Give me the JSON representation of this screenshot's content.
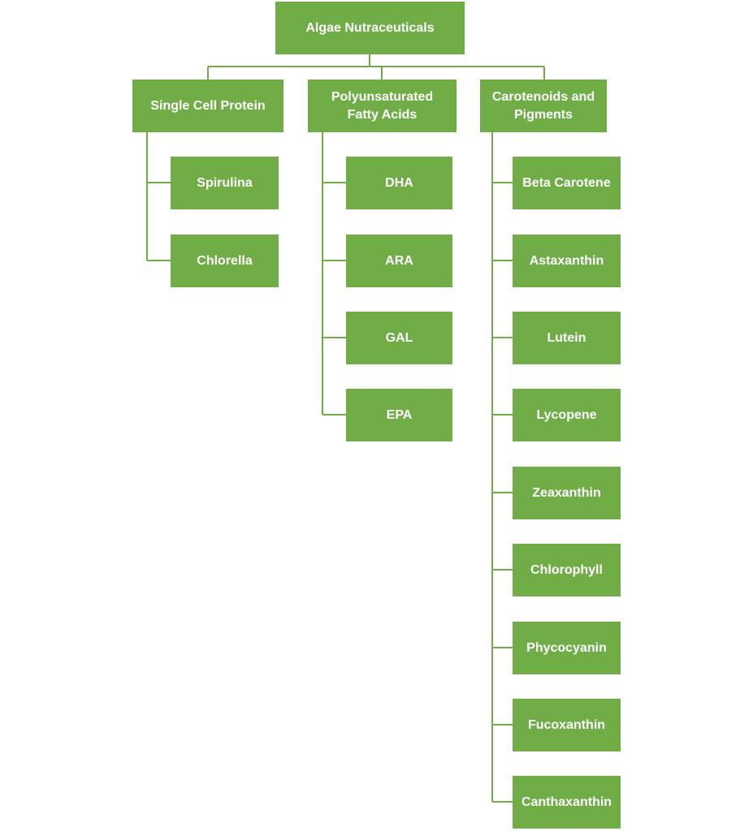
{
  "diagram": {
    "root": {
      "label": "Algae Nutraceuticals"
    },
    "groups": [
      {
        "label": "Single Cell Protein",
        "children": [
          "Spirulina",
          "Chlorella"
        ]
      },
      {
        "label": "Polyunsaturated\nFatty Acids",
        "children": [
          "DHA",
          "ARA",
          "GAL",
          "EPA"
        ]
      },
      {
        "label": "Carotenoids and\nPigments",
        "children": [
          "Beta Carotene",
          "Astaxanthin",
          "Lutein",
          "Lycopene",
          "Zeaxanthin",
          "Chlorophyll",
          "Phycocyanin",
          "Fucoxanthin",
          "Canthaxanthin"
        ]
      }
    ],
    "colors": {
      "node_fill": "#70ad47",
      "connector": "#70ad47",
      "text": "#ffffff"
    }
  }
}
